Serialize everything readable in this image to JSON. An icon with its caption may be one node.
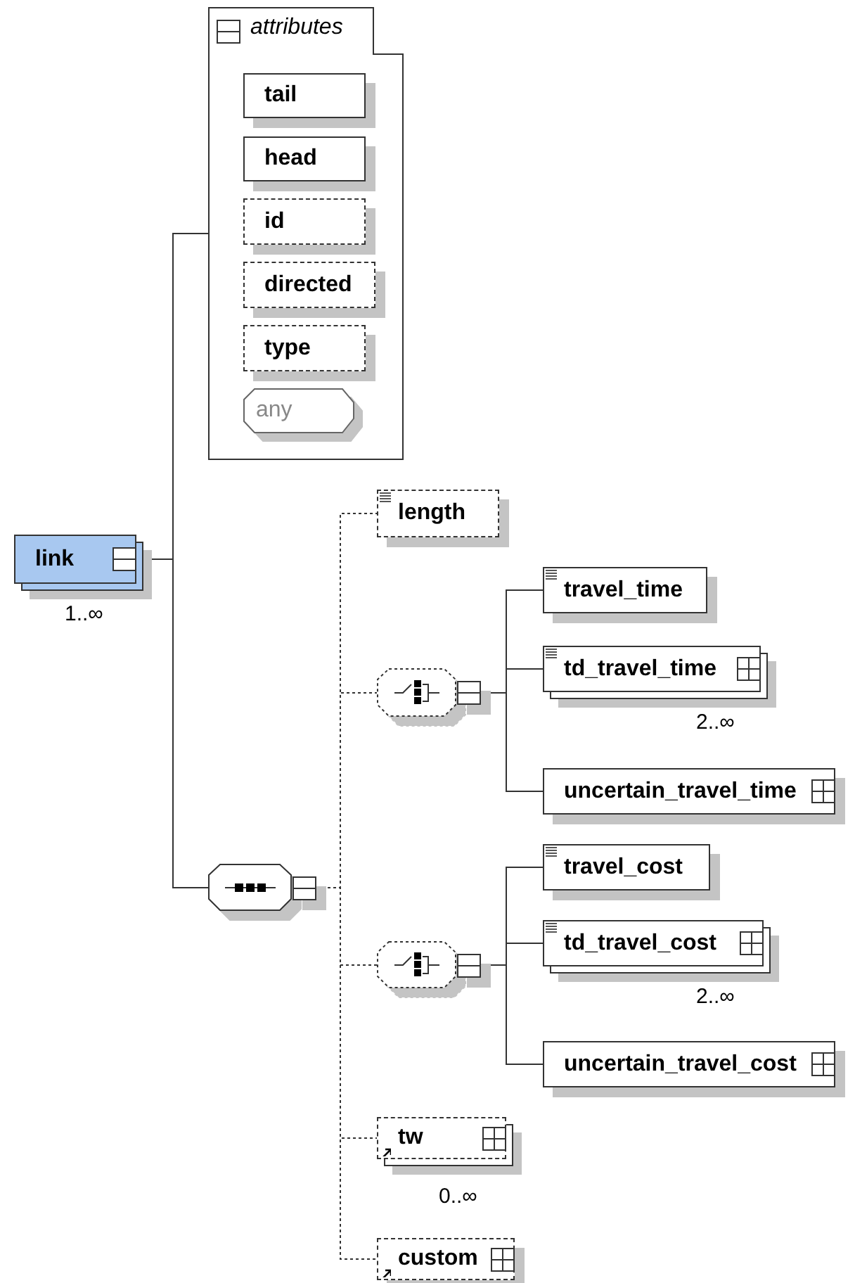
{
  "diagram": {
    "nodes": [
      {
        "text": [
          "link"
        ],
        "beside": [
          "1..∞"
        ]
      },
      {
        "text": [
          "attributes"
        ]
      },
      {
        "text": [
          "tail"
        ],
        "in": 1
      },
      {
        "text": [
          "head"
        ],
        "in": 1
      },
      {
        "text": [
          "id"
        ],
        "in": 1
      },
      {
        "text": [
          "directed"
        ],
        "in": 1
      },
      {
        "text": [
          "type"
        ],
        "in": 1
      },
      {
        "text": [
          "any"
        ],
        "in": 1
      },
      {
        "text": [],
        "shape": "octagon"
      },
      {
        "text": [
          "length"
        ]
      },
      {
        "text": [],
        "shape": "octagon"
      },
      {
        "text": [
          "travel_time"
        ]
      },
      {
        "text": [
          "td_travel_time"
        ],
        "beside": [
          "2..∞"
        ]
      },
      {
        "text": [
          "uncertain_travel_time"
        ]
      },
      {
        "text": [],
        "shape": "octagon"
      },
      {
        "text": [
          "travel_cost"
        ]
      },
      {
        "text": [
          "td_travel_cost"
        ],
        "beside": [
          "2..∞"
        ]
      },
      {
        "text": [
          "uncertain_travel_cost"
        ]
      },
      {
        "text": [
          "tw"
        ],
        "beside": [
          "0..∞"
        ]
      },
      {
        "text": [
          "custom"
        ]
      }
    ],
    "edges": [
      {
        "from": 0,
        "to": 1,
        "arrow": "none"
      },
      {
        "from": 0,
        "to": 8,
        "arrow": "none"
      },
      {
        "from": 8,
        "to": 9,
        "arrow": "none",
        "style": "dashed"
      },
      {
        "from": 8,
        "to": 10,
        "arrow": "none",
        "style": "dashed"
      },
      {
        "from": 10,
        "to": 11,
        "arrow": "none"
      },
      {
        "from": 10,
        "to": 12,
        "arrow": "none"
      },
      {
        "from": 10,
        "to": 13,
        "arrow": "none"
      },
      {
        "from": 8,
        "to": 14,
        "arrow": "none",
        "style": "dashed"
      },
      {
        "from": 14,
        "to": 15,
        "arrow": "none"
      },
      {
        "from": 14,
        "to": 16,
        "arrow": "none"
      },
      {
        "from": 14,
        "to": 17,
        "arrow": "none"
      },
      {
        "from": 8,
        "to": 18,
        "arrow": "none",
        "style": "dashed"
      },
      {
        "from": 8,
        "to": 19,
        "arrow": "none",
        "style": "dashed"
      }
    ]
  }
}
